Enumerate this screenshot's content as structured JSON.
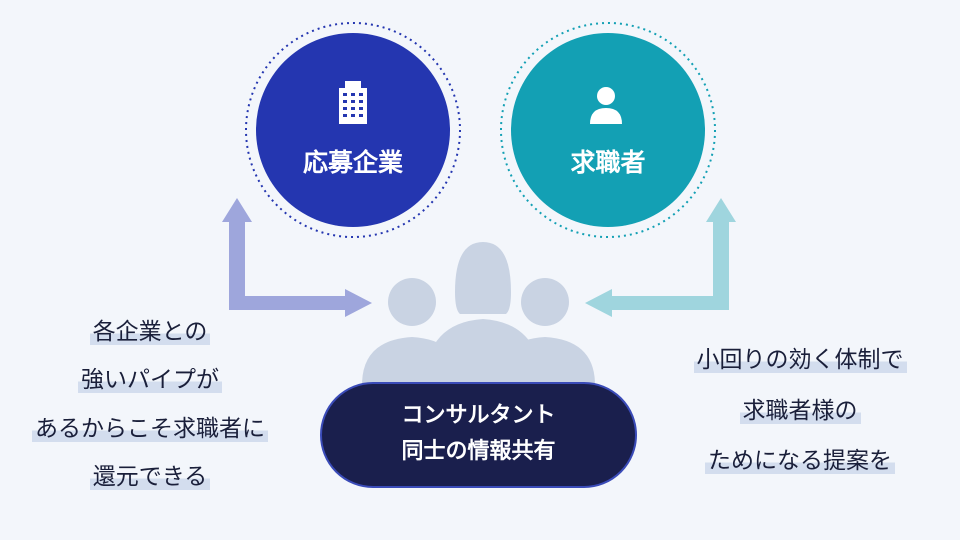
{
  "nodes": {
    "company": {
      "label": "応募企業",
      "icon": "building-icon",
      "color": "#2436b0"
    },
    "jobseeker": {
      "label": "求職者",
      "icon": "person-icon",
      "color": "#13a0b4"
    },
    "consultants": {
      "lines": [
        "コンサルタント",
        "同士の情報共有"
      ],
      "color": "#1a1f4d"
    }
  },
  "left_text": [
    "各企業との",
    "強いパイプが",
    "あるからこそ求職者に",
    "還元できる"
  ],
  "right_text": [
    "小回りの効く体制で",
    "求職者様の",
    "ためになる提案を"
  ],
  "colors": {
    "left_arrow": "#9ea6dc",
    "right_arrow": "#9fd5de",
    "silhouette": "#c9d3e3"
  }
}
